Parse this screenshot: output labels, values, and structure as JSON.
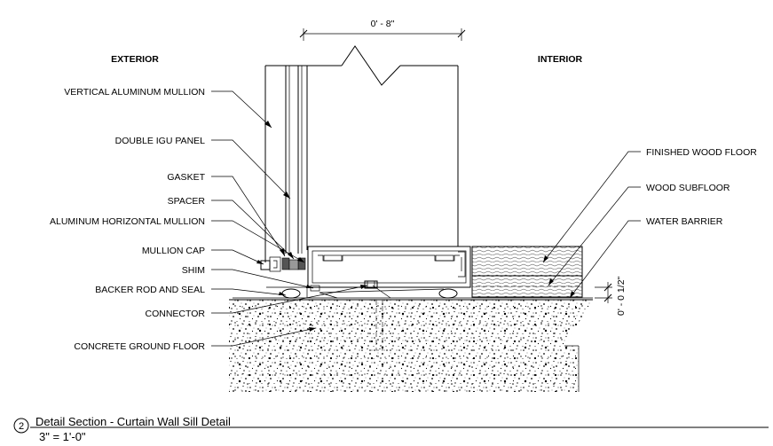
{
  "dimensions": {
    "top": "0' - 8\"",
    "side": "0' - 0 1/2\""
  },
  "headings": {
    "exterior": "EXTERIOR",
    "interior": "INTERIOR"
  },
  "labels_left": [
    "VERTICAL ALUMINUM MULLION",
    "DOUBLE IGU PANEL",
    "GASKET",
    "SPACER",
    "ALUMINUM HORIZONTAL MULLION",
    "MULLION CAP",
    "SHIM",
    "BACKER ROD AND SEAL",
    "CONNECTOR",
    "CONCRETE GROUND FLOOR"
  ],
  "labels_right": [
    "FINISHED WOOD FLOOR",
    "WOOD SUBFLOOR",
    "WATER BARRIER"
  ],
  "title_block": {
    "number": "2",
    "title": "Detail Section - Curtain Wall Sill Detail",
    "scale": "3\" = 1'-0\""
  }
}
